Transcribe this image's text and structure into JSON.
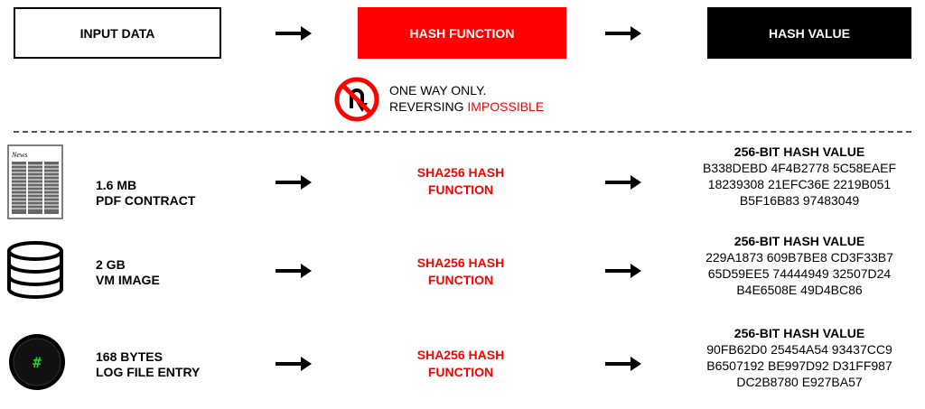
{
  "header": {
    "input_label": "INPUT DATA",
    "function_label": "HASH FUNCTION",
    "value_label": "HASH VALUE"
  },
  "note": {
    "line1": "ONE WAY ONLY.",
    "line2_prefix": "REVERSING ",
    "line2_highlight": "IMPOSSIBLE"
  },
  "rows": [
    {
      "size": "1.6 MB",
      "type": "PDF CONTRACT",
      "icon": "newspaper-icon",
      "icon_text": "News",
      "function_line1": "SHA256 HASH",
      "function_line2": "FUNCTION",
      "hash_title": "256-BIT HASH VALUE",
      "hash_lines": [
        "B338DEBD 4F4B2778 5C58EAEF",
        "18239308 21EFC36E 2219B051",
        "B5F16B83 97483049"
      ]
    },
    {
      "size": "2 GB",
      "type": "VM IMAGE",
      "icon": "database-icon",
      "function_line1": "SHA256 HASH",
      "function_line2": "FUNCTION",
      "hash_title": "256-BIT HASH VALUE",
      "hash_lines": [
        "229A1873 609B7BE8 CD3F33B7",
        "65D59EE5 74444949 32507D24",
        "B4E6508E 49D4BC86"
      ]
    },
    {
      "size": "168 BYTES",
      "type": "LOG FILE ENTRY",
      "icon": "terminal-hash-icon",
      "icon_text": "#",
      "function_line1": "SHA256 HASH",
      "function_line2": "FUNCTION",
      "hash_title": "256-BIT HASH VALUE",
      "hash_lines": [
        "90FB62D0 25454A54 93437CC9",
        "B6507192 BE997D92 D31FF987",
        "DC2B8780 E927BA57"
      ]
    }
  ],
  "colors": {
    "accent_red": "#ff0000",
    "black": "#000000",
    "terminal_green": "#22cc22"
  }
}
